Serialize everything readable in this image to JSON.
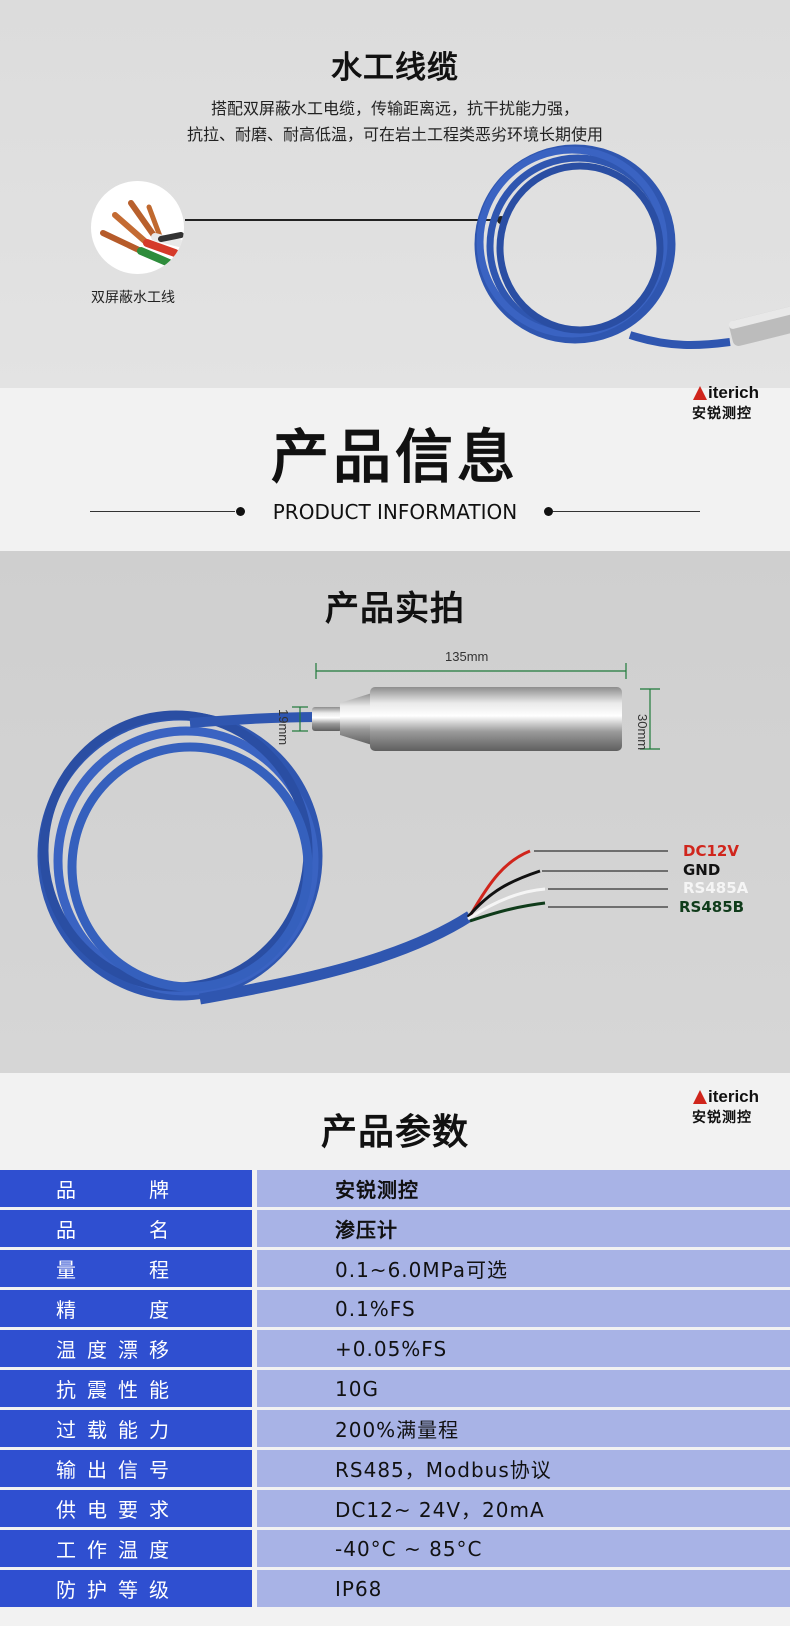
{
  "cable_section": {
    "title": "水工线缆",
    "desc_line1": "搭配双屏蔽水工电缆，传输距离远，抗干扰能力强，",
    "desc_line2": "抗拉、耐磨、耐高低温，可在岩土工程类恶劣环境长期使用",
    "thumb_label": "双屏蔽水工线"
  },
  "info_banner": {
    "title": "产品信息",
    "subtitle": "PRODUCT INFORMATION"
  },
  "logo": {
    "word": "iterich",
    "sub": "安锐测控"
  },
  "photo_section": {
    "title": "产品实拍",
    "dim_length": "135mm",
    "dim_diameter": "30mm",
    "dim_tip": "19mm",
    "wires": [
      {
        "label": "DC12V",
        "color": "#d0251c"
      },
      {
        "label": "GND",
        "color": "#111111"
      },
      {
        "label": "RS485A",
        "color": "#f5f5f5"
      },
      {
        "label": "RS485B",
        "color": "#0f3b1a"
      }
    ]
  },
  "params_section": {
    "title": "产品参数",
    "rows": [
      {
        "key": [
          "品",
          "牌"
        ],
        "value": "安锐测控",
        "bold": true
      },
      {
        "key": [
          "品",
          "名"
        ],
        "value": "渗压计",
        "bold": true
      },
      {
        "key": [
          "量",
          "程"
        ],
        "value": "0.1~6.0MPa可选",
        "bold": false
      },
      {
        "key": [
          "精",
          "度"
        ],
        "value": "0.1%FS",
        "bold": false
      },
      {
        "key": [
          "温",
          "度",
          "漂",
          "移"
        ],
        "value": "+0.05%FS",
        "bold": false
      },
      {
        "key": [
          "抗",
          "震",
          "性",
          "能"
        ],
        "value": "10G",
        "bold": false
      },
      {
        "key": [
          "过",
          "载",
          "能",
          "力"
        ],
        "value": "200%满量程",
        "bold": false
      },
      {
        "key": [
          "输",
          "出",
          "信",
          "号"
        ],
        "value": "RS485，Modbus协议",
        "bold": false
      },
      {
        "key": [
          "供",
          "电",
          "要",
          "求"
        ],
        "value": "DC12~ 24V，20mA",
        "bold": false
      },
      {
        "key": [
          "工",
          "作",
          "温",
          "度"
        ],
        "value": "-40°C ~ 85°C",
        "bold": false
      },
      {
        "key": [
          "防",
          "护",
          "等",
          "级"
        ],
        "value": "IP68",
        "bold": false
      }
    ]
  },
  "colors": {
    "key_bg": "#2f4fd0",
    "value_bg": "#a8b3e6",
    "cable_blue": "#2f56b0"
  },
  "icons": [
    "wire-bundle-icon",
    "logo-mark-icon"
  ]
}
